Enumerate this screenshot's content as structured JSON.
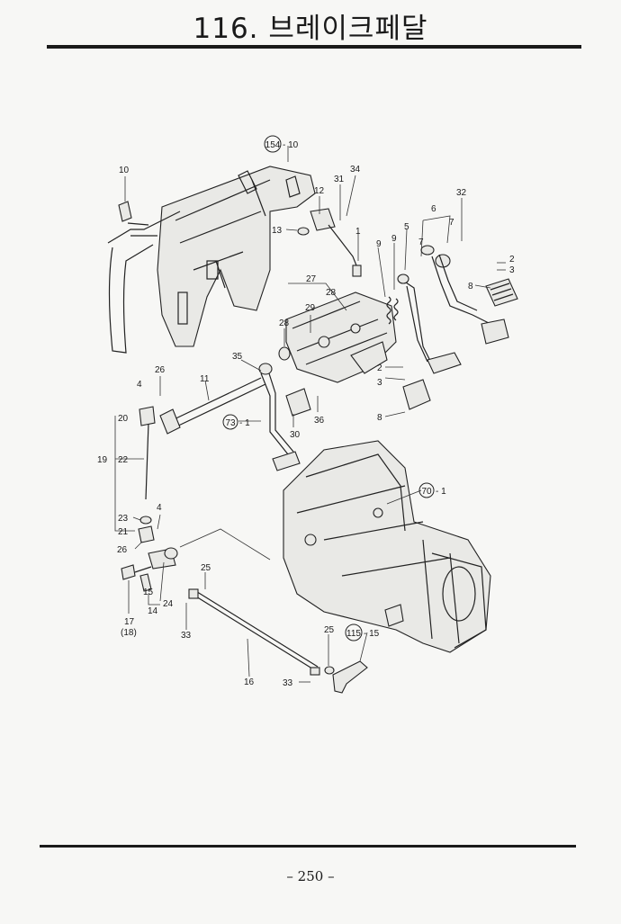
{
  "title": "116. 브레이크페달",
  "page_number": "– 250 –",
  "labels": {
    "l154": "154",
    "l154s": "- 10",
    "l10a": "10",
    "l34": "34",
    "l31": "31",
    "l12": "12",
    "l32": "32",
    "l6": "6",
    "l7a": "7",
    "l7b": "7",
    "l5": "5",
    "l9a": "9",
    "l9b": "9",
    "l1": "1",
    "l13": "13",
    "l2a": "2",
    "l3a": "3",
    "l8a": "8",
    "l27": "27",
    "l28a": "28",
    "l29": "29",
    "l28b": "28",
    "l35": "35",
    "l26a": "26",
    "l11": "11",
    "l4a": "4",
    "l20": "20",
    "l2b": "2",
    "l3b": "3",
    "l8b": "8",
    "l73": "73",
    "l73s": "- 1",
    "l30": "30",
    "l36": "36",
    "l19": "19",
    "l22": "22",
    "l70": "70",
    "l70s": "- 1",
    "l23": "23",
    "l4b": "4",
    "l21": "21",
    "l26b": "26",
    "l25a": "25",
    "l15a": "15",
    "l24": "24",
    "l14": "14",
    "l17": "17",
    "l18": "(18)",
    "l33a": "33",
    "l16": "16",
    "l25b": "25",
    "l115": "115",
    "l115s": "- 15",
    "l33b": "33"
  },
  "colors": {
    "ink": "#1a1a1a",
    "paper": "#f7f7f5",
    "accent_red": "#c0392b"
  }
}
